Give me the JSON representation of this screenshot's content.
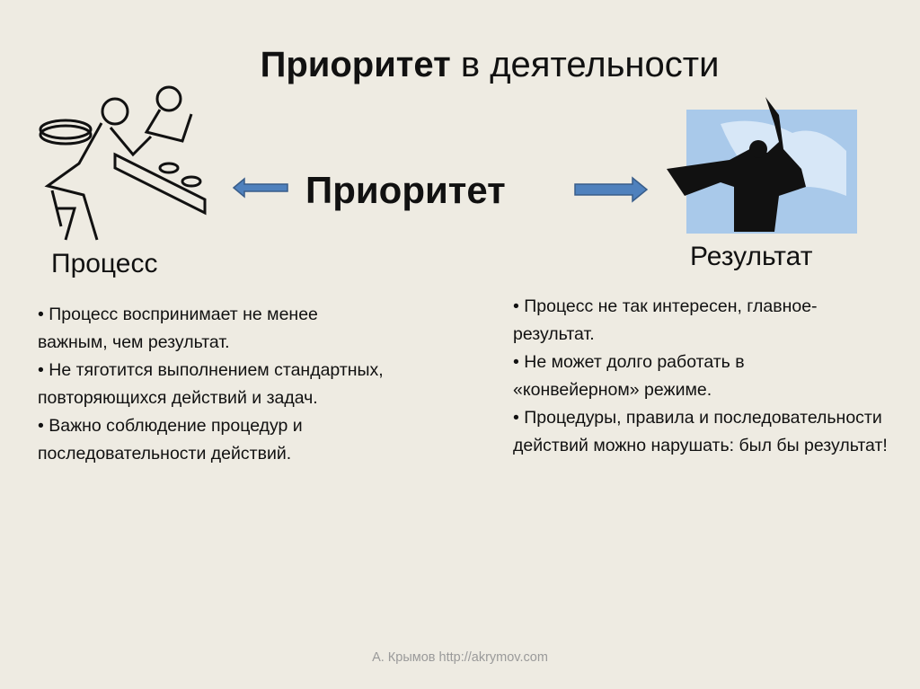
{
  "title": {
    "bold": "Приоритет",
    "rest": " в деятельности"
  },
  "center_label": "Приоритет",
  "left": {
    "label": "Процесс",
    "image_icon": "workers-assembly-icon",
    "bullets": [
      "• Процесс воспринимает не менее важным, чем результат.",
      "• Не тяготится выполнением стандартных, повторяющихся действий и задач.",
      "• Важно соблюдение процедур и последовательности действий."
    ]
  },
  "right": {
    "label": "Результат",
    "image_icon": "businessman-success-icon",
    "bullets": [
      "• Процесс не так интересен, главное-результат.",
      "• Не может долго работать в «конвейерном» режиме.",
      "• Процедуры, правила и последовательности действий можно нарушать: был бы результат!"
    ]
  },
  "footer": "А. Крымов http://akrymov.com",
  "colors": {
    "background": "#eeebe2",
    "arrow": "#4f81bd",
    "arrow_border": "#385d8a"
  }
}
